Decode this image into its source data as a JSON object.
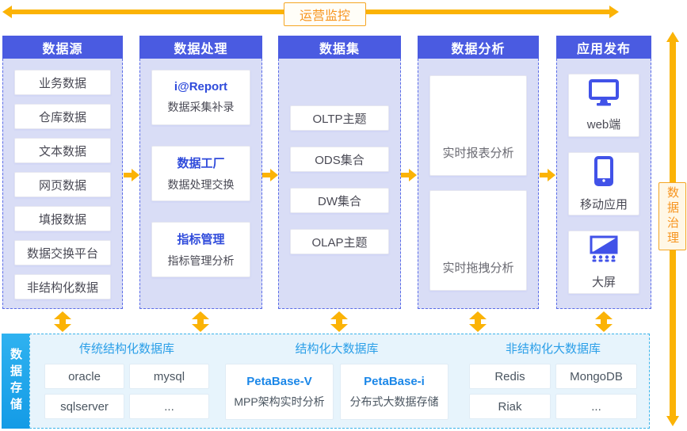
{
  "top_banner": {
    "label": "运营监控"
  },
  "right_banner": {
    "label": "数据治理"
  },
  "colors": {
    "arrow_orange": "#FBB306",
    "banner_orange": "#F7941E",
    "header_blue": "#4A5BE1",
    "column_bg": "#D9DDF6",
    "storage_cyan": "#1BA5EB",
    "storage_bg": "#E7F4FC",
    "product_blue": "#2F4BDB",
    "petabase_blue": "#1B87E8"
  },
  "columns": [
    {
      "title": "数据源",
      "items": [
        {
          "label": "业务数据"
        },
        {
          "label": "仓库数据"
        },
        {
          "label": "文本数据"
        },
        {
          "label": "网页数据"
        },
        {
          "label": "填报数据"
        },
        {
          "label": "数据交换平台"
        },
        {
          "label": "非结构化数据"
        }
      ]
    },
    {
      "title": "数据处理",
      "items": [
        {
          "name": "i@Report",
          "desc": "数据采集补录"
        },
        {
          "name": "数据工厂",
          "desc": "数据处理交换"
        },
        {
          "name": "指标管理",
          "desc": "指标管理分析"
        }
      ]
    },
    {
      "title": "数据集",
      "items": [
        {
          "label": "OLTP主题"
        },
        {
          "label": "ODS集合"
        },
        {
          "label": "DW集合"
        },
        {
          "label": "OLAP主题"
        }
      ]
    },
    {
      "title": "数据分析",
      "items": [
        {
          "label": "实时报表分析"
        },
        {
          "label": "实时拖拽分析"
        }
      ]
    },
    {
      "title": "应用发布",
      "items": [
        {
          "icon": "monitor-icon",
          "label": "web端"
        },
        {
          "icon": "mobile-icon",
          "label": "移动应用"
        },
        {
          "icon": "bigscreen-icon",
          "label": "大屏"
        }
      ]
    }
  ],
  "storage": {
    "tab_label": "数据存储",
    "groups": [
      {
        "title": "传统结构化数据库",
        "cells": [
          {
            "label": "oracle"
          },
          {
            "label": "mysql"
          },
          {
            "label": "sqlserver"
          },
          {
            "label": "..."
          }
        ]
      },
      {
        "title": "结构化大数据库",
        "products": [
          {
            "name": "PetaBase-V",
            "desc": "MPP架构实时分析"
          },
          {
            "name": "PetaBase-i",
            "desc": "分布式大数据存储"
          }
        ]
      },
      {
        "title": "非结构化大数据库",
        "cells": [
          {
            "label": "Redis"
          },
          {
            "label": "MongoDB"
          },
          {
            "label": "Riak"
          },
          {
            "label": "..."
          }
        ]
      }
    ]
  }
}
